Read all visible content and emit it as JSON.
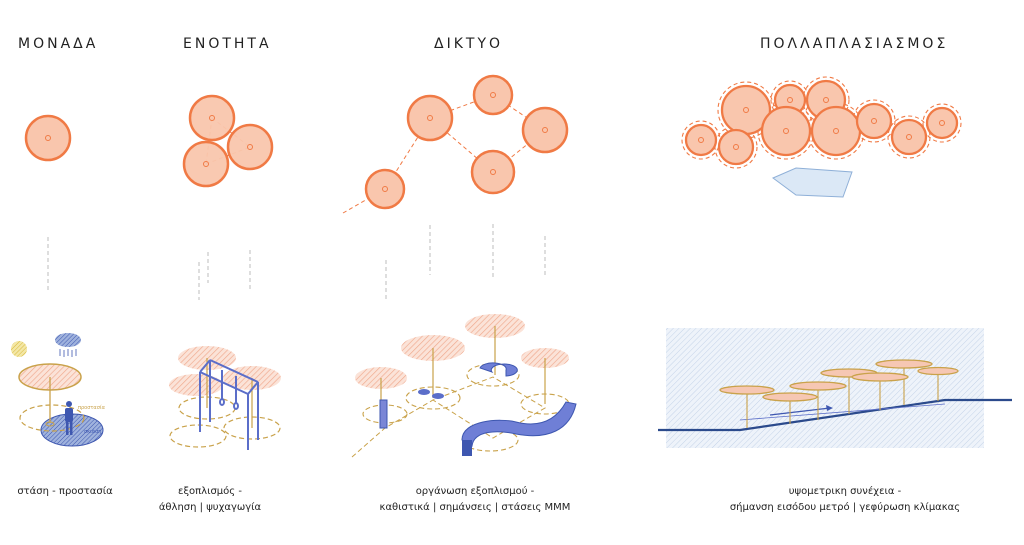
{
  "titles": {
    "monada": "ΜΟΝΑΔΑ",
    "enotita": "ΕΝΟΤΗΤΑ",
    "diktyo": "ΔΙΚΤΥΟ",
    "pollaplasiasmos": "ΠΟΛΛΑΠΛΑΣΙΑΣΜΟΣ"
  },
  "captions": {
    "monada": [
      "στάση - προστασία"
    ],
    "enotita": [
      "εξοπλισμός -",
      "άθληση | ψυχαγωγία"
    ],
    "diktyo": [
      "οργάνωση εξοπλισμού -",
      "καθιστικά | σημάνσεις | στάσεις ΜΜΜ"
    ],
    "pollaplasiasmos": [
      "υψομετρικη συνέχεια -",
      "σήμανση εισόδου μετρό | γεφύρωση κλίμακας"
    ]
  },
  "labels": {
    "protection": "προστασία",
    "shade": "σκιάση"
  },
  "colors": {
    "circle_fill": "#f9c6ad",
    "circle_stroke": "#f07a45",
    "dash_line": "#f07a45",
    "gold": "#c9a24a",
    "blue": "#5b6ec9",
    "navy": "#2b4a8c",
    "hatch_pink": "#f3b9a4",
    "light_blue": "#dbe8f6"
  }
}
